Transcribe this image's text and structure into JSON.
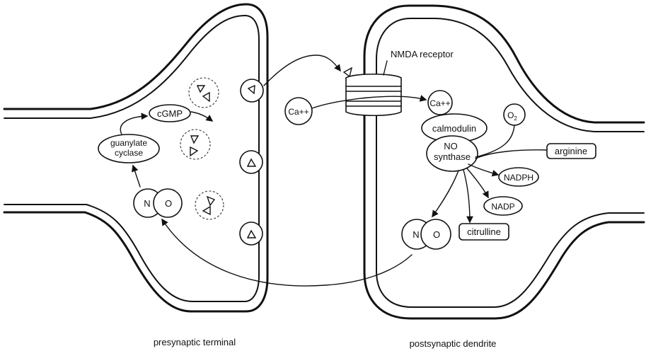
{
  "labels": {
    "nmda_receptor": "NMDA receptor",
    "ca_extracellular": "Ca++",
    "ca_intracellular": "Ca++",
    "o2_o": "O",
    "o2_sub": "2",
    "calmodulin": "calmodulin",
    "no_synthase_line1": "NO",
    "no_synthase_line2": "synthase",
    "arginine": "arginine",
    "nadph": "NADPH",
    "nadp": "NADP",
    "citrulline": "citrulline",
    "no_post_n": "N",
    "no_post_o": "O",
    "no_pre_n": "N",
    "no_pre_o": "O",
    "cgmp": "cGMP",
    "guanylate_line1": "guanylate",
    "guanylate_line2": "cyclase",
    "caption_pre": "presynaptic terminal",
    "caption_post": "postsynaptic dendrite"
  }
}
